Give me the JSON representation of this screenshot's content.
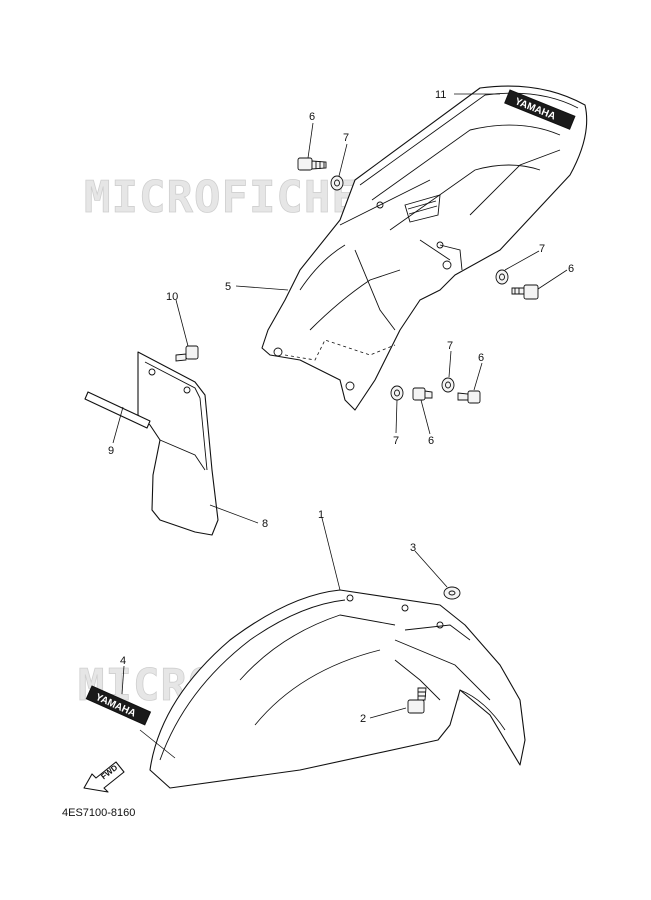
{
  "diagram": {
    "watermark": "MICROFICHES.NET",
    "part_code": "4ES7100-8160",
    "decal_text": "YAMAHA",
    "fwd_label": "FWD",
    "callouts": {
      "c1": "1",
      "c2": "2",
      "c3": "3",
      "c4": "4",
      "c5": "5",
      "c6a": "6",
      "c6b": "6",
      "c6c": "6",
      "c6d": "6",
      "c7a": "7",
      "c7b": "7",
      "c7c": "7",
      "c7d": "7",
      "c8": "8",
      "c9": "9",
      "c10": "10",
      "c11": "11"
    }
  }
}
